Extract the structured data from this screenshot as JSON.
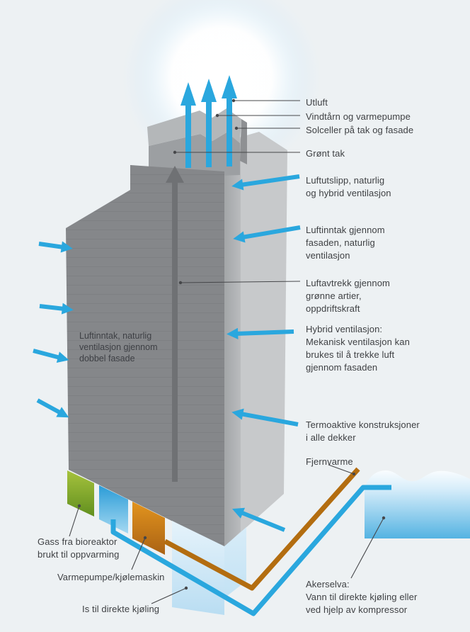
{
  "callouts_right": {
    "utluft": "Utluft",
    "vindtarn": "Vindtårn og varmepumpe",
    "solceller": "Solceller på tak og fasade",
    "gront_tak": "Grønt tak",
    "luftutslipp": "Luftutslipp, naturlig\nog hybrid ventilasjon",
    "luftinntak_fasade": "Luftinntak gjennom\nfasaden, naturlig\nventilasjon",
    "luftavtrekk": "Luftavtrekk gjennom\ngrønne artier,\noppdriftskraft",
    "hybrid": "Hybrid ventilasjon:\nMekanisk ventilasjon kan\nbrukes til å trekke luft\ngjennom fasaden",
    "termoaktive": "Termoaktive konstruksjoner\ni alle dekker",
    "fjernvarme": "Fjernvarme",
    "akerselva": "Akerselva:\nVann til direkte kjøling eller\nved hjelp av kompressor"
  },
  "callouts_left": {
    "gass": "Gass fra bioreaktor\nbrukt til oppvarming",
    "varmepumpe": "Varmepumpe/kjølemaskin",
    "is": "Is til direkte kjøling"
  },
  "on_building": {
    "luftinntak_dobbel": "Luftinntak, naturlig\nventilasjon gjennom\ndobbel fasade"
  },
  "colors": {
    "background": "#edf1f3",
    "arrow_blue": "#2aa7de",
    "pipe_brown": "#b36d10",
    "building_front": "#85878a",
    "building_side": "#c7c9cb",
    "roof_light": "#b4b7b9",
    "roof_band": "#9c9fa2",
    "updraft_gray": "#6f7174",
    "text": "#3f4144",
    "leader": "#46474a",
    "water_deep": "#54b3e2",
    "panel_green_top": "#a6c23d",
    "panel_green_bottom": "#5f8e1e",
    "panel_blue_top": "#2b9cd7",
    "panel_blue_bottom": "#a5d9f2",
    "panel_orange_top": "#e2941e",
    "panel_orange_bottom": "#aa6214",
    "ice_light": "#e6f3fb",
    "ice_deep": "#b9ddf2"
  }
}
